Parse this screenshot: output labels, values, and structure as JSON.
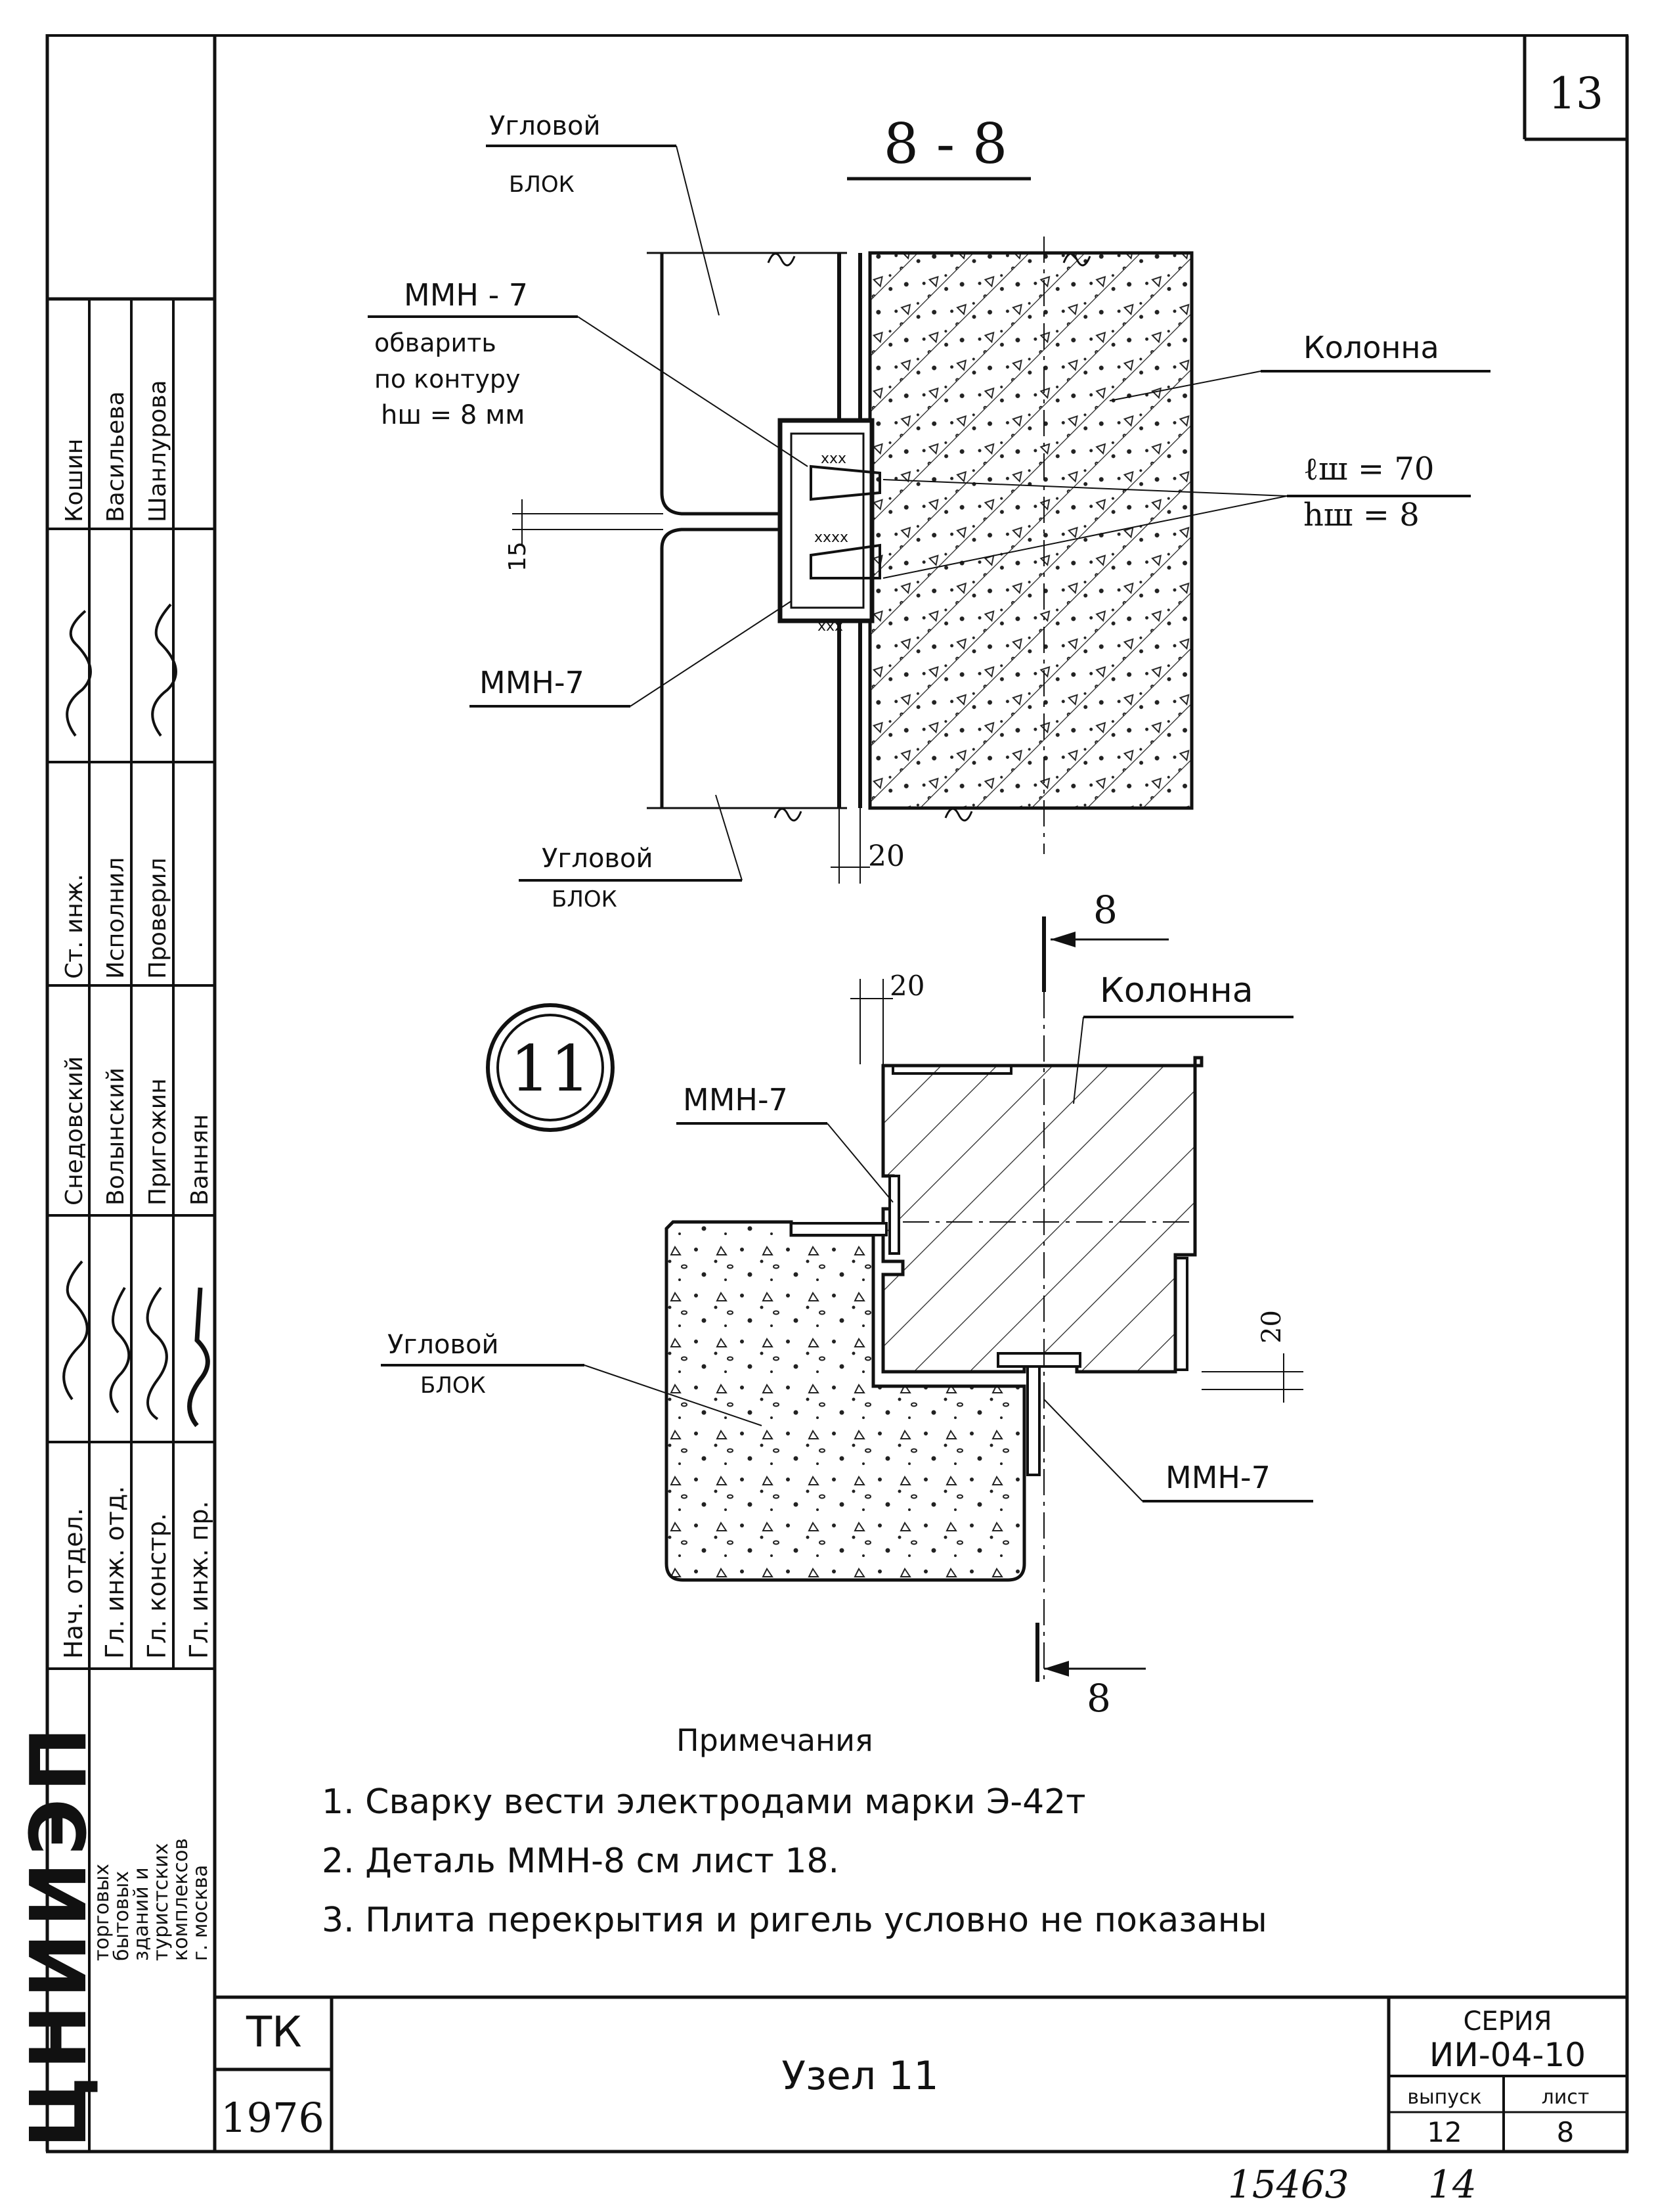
{
  "sheet": {
    "number": "13"
  },
  "section_88": {
    "title": "8 - 8",
    "block_top": [
      "Угловой",
      "БЛОК"
    ],
    "block_bottom": [
      "Угловой",
      "БЛОК"
    ],
    "column": "Колонна",
    "weld_note": [
      "ММН - 7",
      "обварить",
      "по контуру",
      "hш = 8 мм"
    ],
    "weld_dims": [
      "ℓш = 70",
      "hш = 8"
    ],
    "mmn_lower": "ММН-7",
    "dim_15": "15",
    "dim_20": "20",
    "cut_mark": "8"
  },
  "plan_node": {
    "node_number": "11",
    "column": "Колонна",
    "block": [
      "Угловой",
      "БЛОК"
    ],
    "mmn_left": "ММН-7",
    "mmn_right": "ММН-7",
    "dim_20_top": "20",
    "dim_20_right": "20",
    "cut_top": "8",
    "cut_bottom": "8"
  },
  "notes": {
    "title": "Примечания",
    "items": [
      "1. Сварку вести электродами марки Э-42т",
      "2. Деталь ММН-8 см лист 18.",
      "3. Плита перекрытия и ригель условно не показаны"
    ]
  },
  "sidebar": {
    "org_logo": "ЦНИИЭП",
    "org_text": [
      "торговых",
      "бытовых",
      "зданий и",
      "туристских",
      "комплексов",
      "г. москва"
    ],
    "roles": [
      "Нач. отдел.",
      "Гл. инж. отд.",
      "Гл. констр.",
      "Гл. инж. пр."
    ],
    "names_upper": [
      "Снедовский",
      "Волынский",
      "Пригожин",
      "Ваннян"
    ],
    "roles2": [
      "Ст. инж.",
      "Исполнил",
      "Проверил"
    ],
    "names_lower": [
      "Кошин",
      "Васильева",
      "Шанлурова"
    ]
  },
  "title_block": {
    "tk": "ТК",
    "year": "1976",
    "title": "Узел 11",
    "series_label": "СЕРИЯ",
    "series": "ИИ-04-10",
    "issue_label": "выпуск",
    "issue": "12",
    "sheet_label": "лист",
    "sheet": "8"
  },
  "footer": {
    "inventory": "15463",
    "page": "14"
  }
}
